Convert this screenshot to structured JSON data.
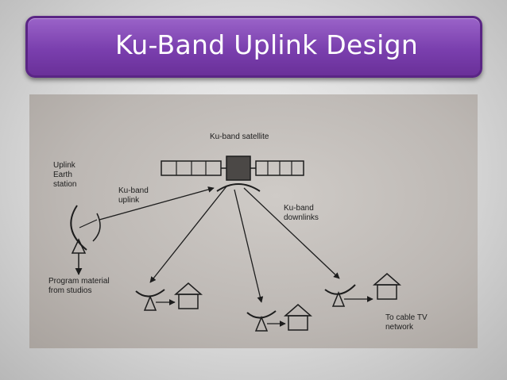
{
  "slide": {
    "title": "Ku-Band Uplink Design"
  },
  "diagram": {
    "satellite_label": "Ku-band satellite",
    "uplink_station_label": [
      "Uplink",
      "Earth",
      "station"
    ],
    "uplink_label": [
      "Ku-band",
      "uplink"
    ],
    "downlinks_label": [
      "Ku-band",
      "downlinks"
    ],
    "program_label": [
      "Program material",
      "from studios"
    ],
    "cable_label": [
      "To cable TV",
      "network"
    ]
  },
  "colors": {
    "title_bar": "#7a3fae",
    "title_text": "#ffffff",
    "ink": "#1d1d1d"
  }
}
